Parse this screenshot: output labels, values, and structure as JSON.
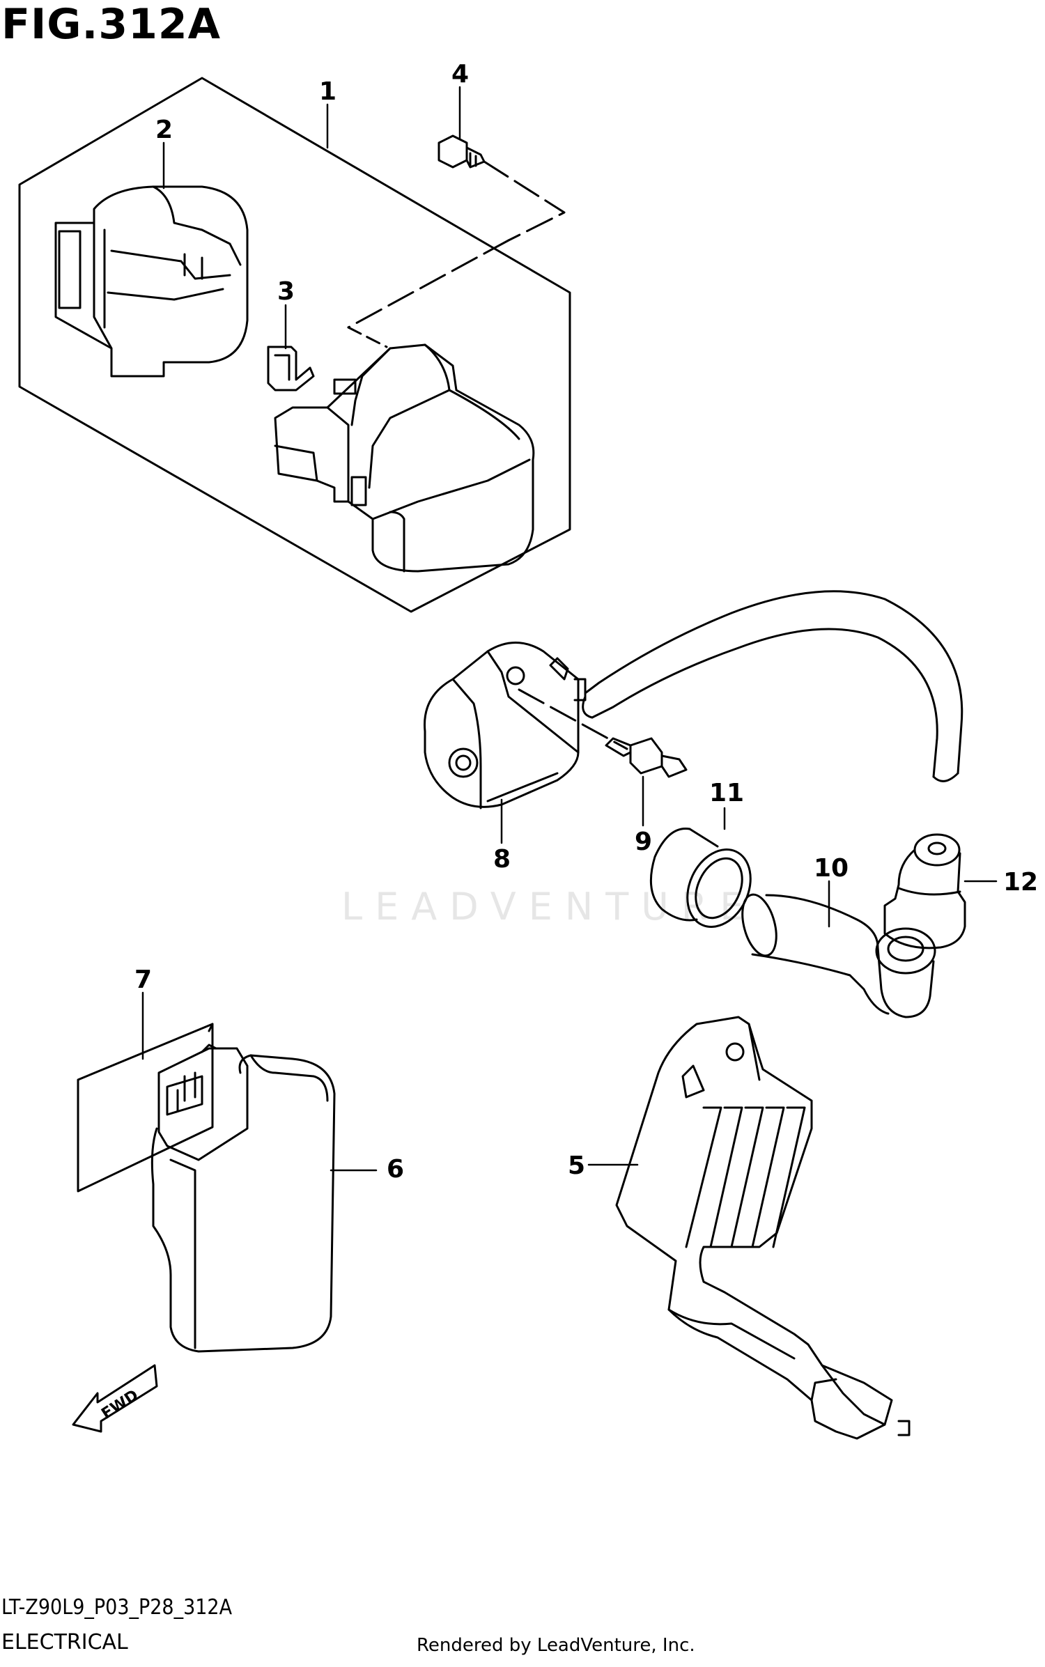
{
  "figure": {
    "title": "FIG.312A",
    "code": "LT-Z90L9_P03_P28_312A",
    "section": "ELECTRICAL",
    "rendered_by": "Rendered by LeadVenture, Inc.",
    "watermark": "LEADVENTURE",
    "fwd_label": "FWD"
  },
  "callouts": [
    {
      "id": "1",
      "label": "1"
    },
    {
      "id": "2",
      "label": "2"
    },
    {
      "id": "3",
      "label": "3"
    },
    {
      "id": "4",
      "label": "4"
    },
    {
      "id": "5",
      "label": "5"
    },
    {
      "id": "6",
      "label": "6"
    },
    {
      "id": "7",
      "label": "7"
    },
    {
      "id": "8",
      "label": "8"
    },
    {
      "id": "9",
      "label": "9"
    },
    {
      "id": "10",
      "label": "10"
    },
    {
      "id": "11",
      "label": "11"
    },
    {
      "id": "12",
      "label": "12"
    }
  ],
  "colors": {
    "line": "#000000",
    "background": "#ffffff",
    "watermark": "#e6e6e6"
  }
}
